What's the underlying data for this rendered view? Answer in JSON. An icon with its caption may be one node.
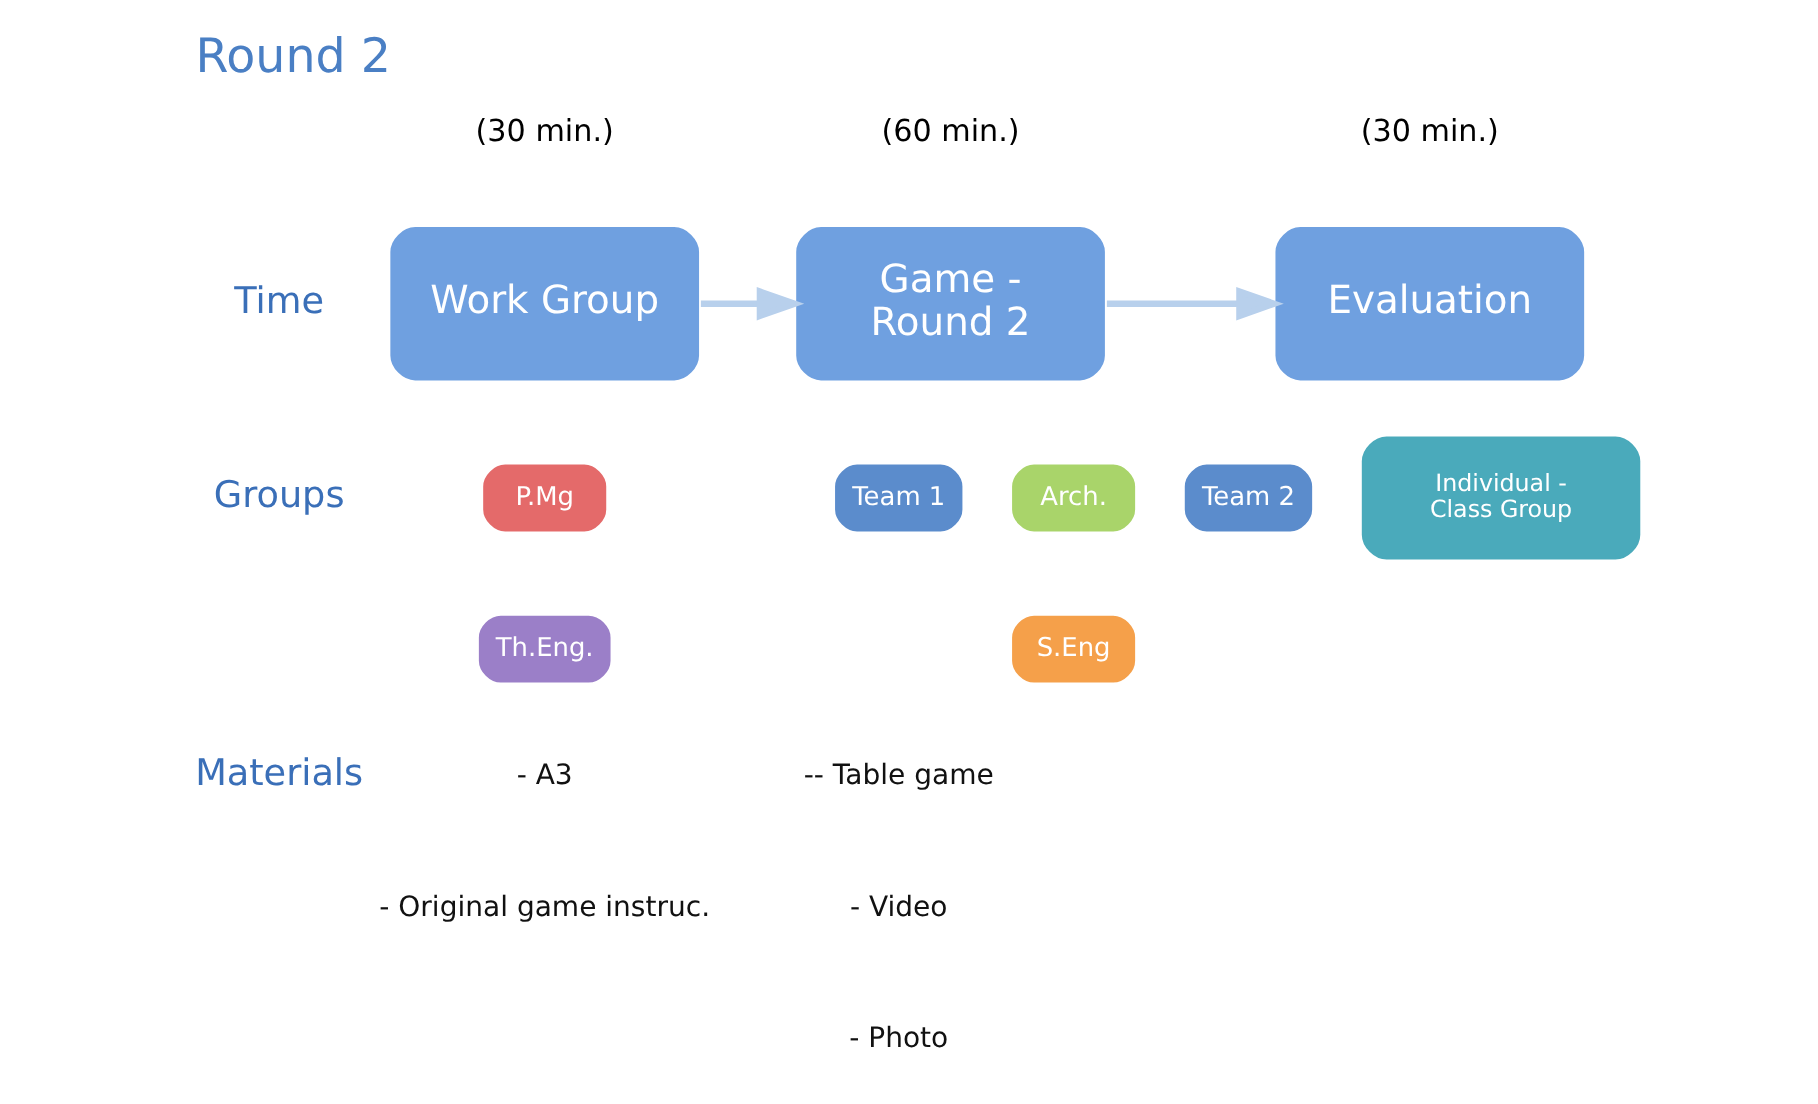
{
  "diagram": {
    "title": "Round 2",
    "nodes": [
      {
        "text": [
          "Work Group"
        ],
        "beside": [
          "(30 min.)"
        ]
      },
      {
        "text": [
          "Game - Round 2"
        ],
        "beside": [
          "(60 min.)"
        ]
      },
      {
        "text": [
          "Evaluation"
        ],
        "beside": [
          "(30 min.)"
        ]
      },
      {
        "text": [
          "P.Mg"
        ]
      },
      {
        "text": [
          "Arch."
        ]
      },
      {
        "text": [
          "Th.Eng."
        ]
      },
      {
        "text": [
          "S.Eng"
        ]
      },
      {
        "text": [
          "Team 1"
        ]
      },
      {
        "text": [
          "Team 2"
        ]
      },
      {
        "text": [
          "Individual - Class Group"
        ]
      }
    ],
    "edges": [
      {
        "from": 0,
        "to": 1,
        "arrow": "to"
      },
      {
        "from": 1,
        "to": 2,
        "arrow": "to"
      }
    ],
    "labels": [
      "Time",
      "Groups",
      "Materials",
      "- A3",
      "-- Table game",
      "- Original game instruc.",
      "- Video",
      "- Photo"
    ]
  }
}
